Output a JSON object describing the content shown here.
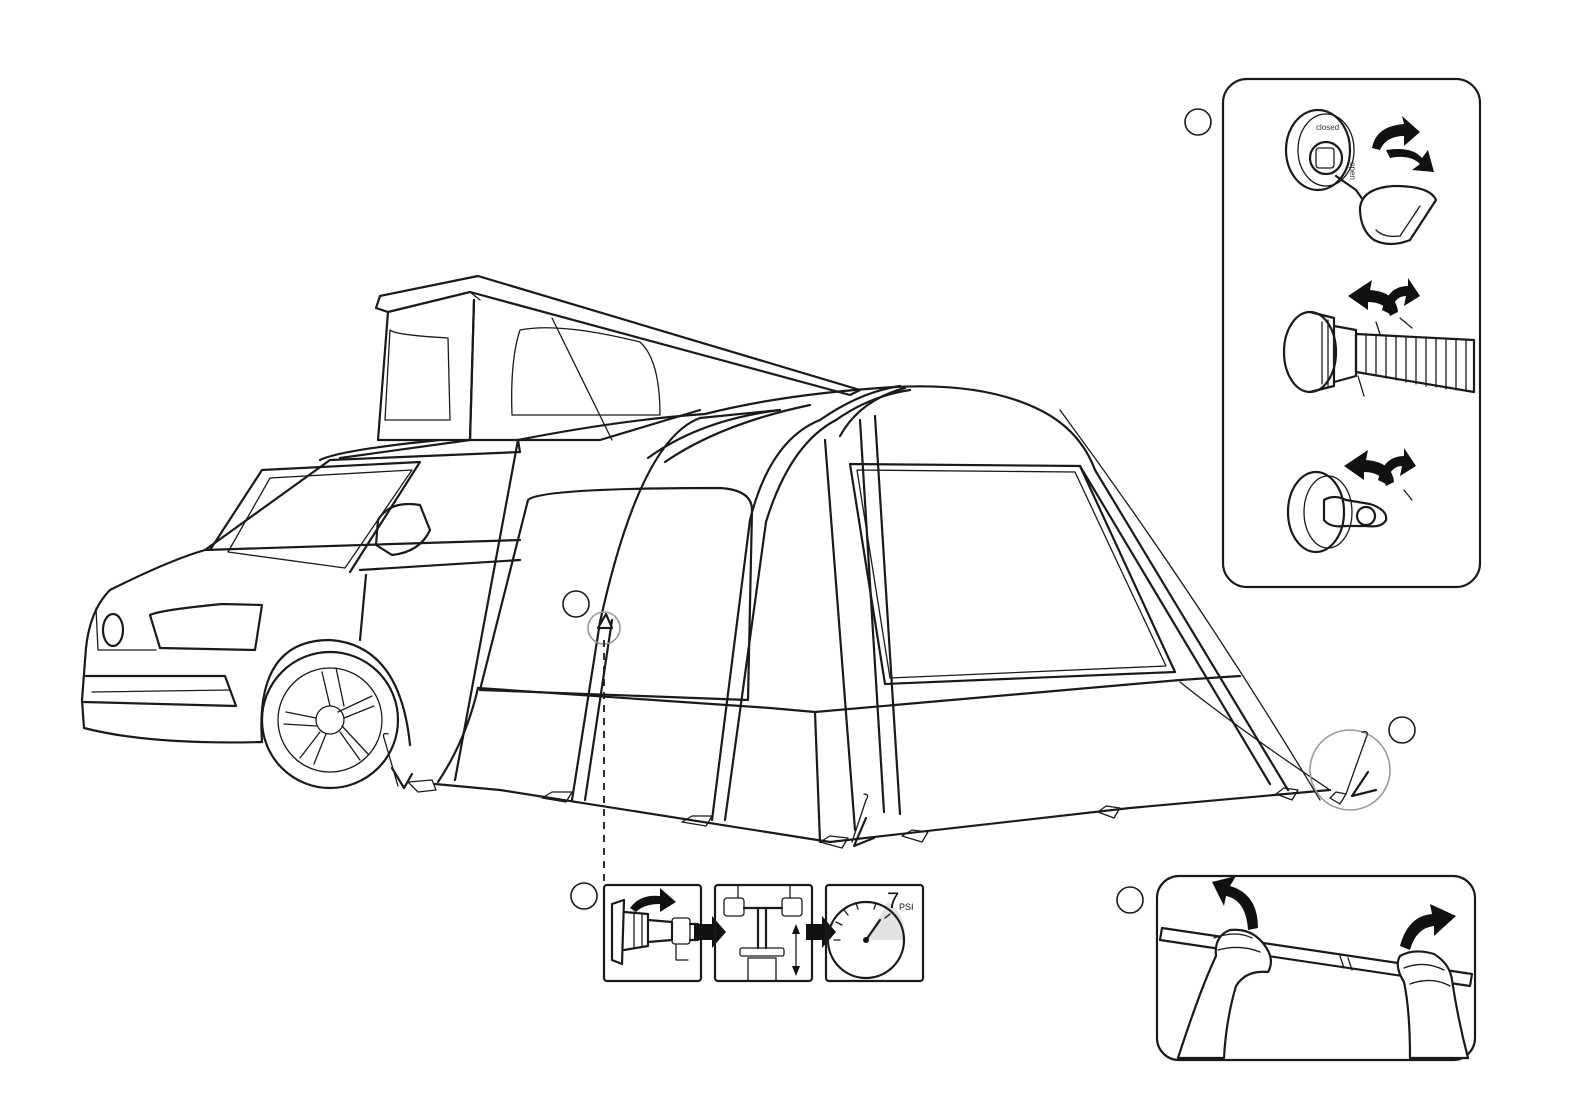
{
  "gauge": {
    "value": "7",
    "unit": "PSI"
  },
  "valve": {
    "label_top": "closed",
    "label_side": "open"
  },
  "icons": [
    "campervan",
    "drive-away-awning",
    "valve-cap-twist",
    "pump-hose-attach",
    "valve-lock-turn",
    "pump-step",
    "pressure-gauge",
    "tent-peg",
    "pole-hands"
  ]
}
